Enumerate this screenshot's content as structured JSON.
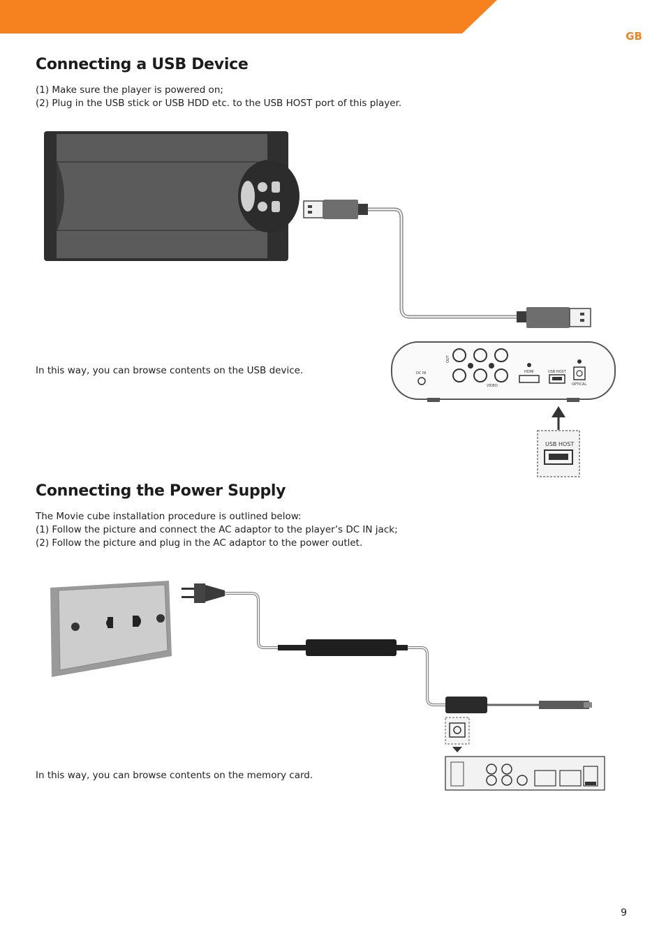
{
  "header": {
    "lang_tag": "GB",
    "accent_color": "#f5821f"
  },
  "usb_section": {
    "title": "Connecting a USB Device",
    "steps": [
      "(1) Make sure the player is powered on;",
      "(2) Plug in the USB stick or USB HDD etc. to the USB HOST port of this player."
    ],
    "note": "In this way, you can browse contents on the USB device."
  },
  "power_section": {
    "title": "Connecting the Power Supply",
    "steps": [
      "The Movie cube installation procedure is outlined below:",
      "(1) Follow the picture and connect the AC adaptor to the player’s DC IN jack;",
      "(2) Follow the picture and plug in the AC adaptor to the power outlet."
    ],
    "note": "In this way, you can browse contents on the memory card."
  },
  "figure_labels": {
    "usb_host": "USB HOST",
    "hdmi": "HDMI",
    "optical": "OPTICAL",
    "video": "VIDEO",
    "dc_in": "DC IN",
    "out": "OUT"
  },
  "footer": {
    "page_number": "9"
  }
}
